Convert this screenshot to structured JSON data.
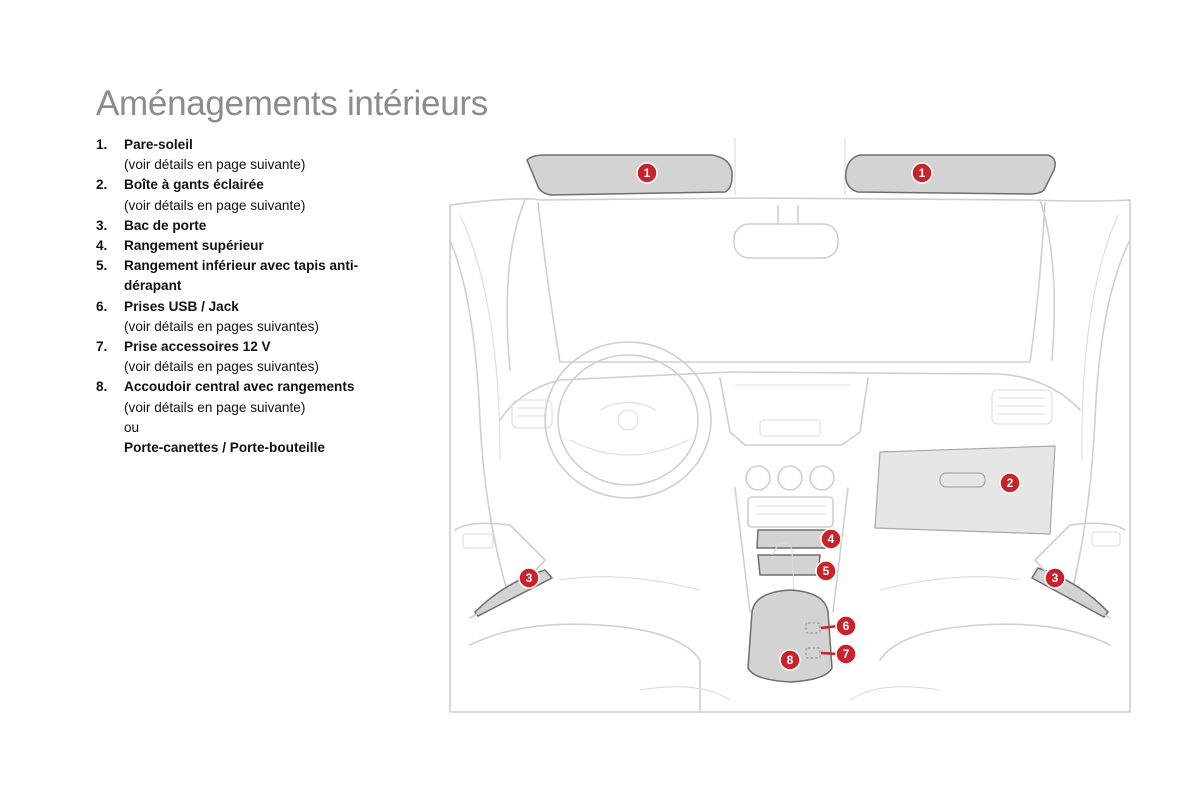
{
  "page": {
    "title": "Aménagements intérieurs"
  },
  "legend": [
    {
      "number": "1.",
      "label": "Pare-soleil",
      "note": "(voir détails en page suivante)"
    },
    {
      "number": "2.",
      "label": "Boîte à gants éclairée",
      "note": "(voir détails en page suivante)"
    },
    {
      "number": "3.",
      "label": "Bac de porte"
    },
    {
      "number": "4.",
      "label": "Rangement supérieur"
    },
    {
      "number": "5.",
      "label": "Rangement inférieur avec tapis anti-dérapant"
    },
    {
      "number": "6.",
      "label": "Prises USB / Jack",
      "note": "(voir détails en pages suivantes)"
    },
    {
      "number": "7.",
      "label": "Prise accessoires 12 V",
      "note": "(voir détails en pages suivantes)"
    },
    {
      "number": "8.",
      "label": "Accoudoir central avec rangements",
      "note": "(voir détails en page suivante)",
      "or": "ou",
      "alt": "Porte-canettes / Porte-bouteille"
    }
  ],
  "diagram": {
    "callouts": [
      "1",
      "1",
      "2",
      "3",
      "3",
      "4",
      "5",
      "6",
      "7",
      "8"
    ],
    "callout_color": "#c8222a",
    "part_fill": "#d3d3d3",
    "line_color": "#cfcfcf"
  }
}
